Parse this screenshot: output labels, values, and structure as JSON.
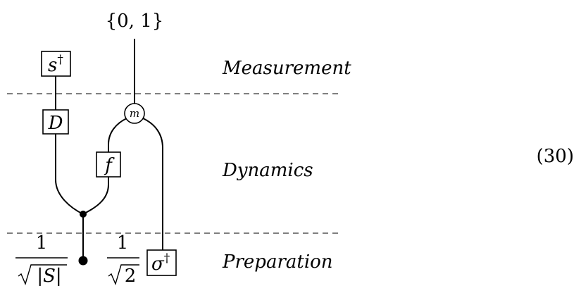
{
  "diagram": {
    "top_output": "{0, 1}",
    "box_s_dagger": {
      "base": "s",
      "sup": "†"
    },
    "box_D": "D",
    "box_f": "f",
    "box_sigma_dagger": {
      "base": "σ",
      "sup": "†"
    },
    "circle_m": "m",
    "frac_left": {
      "num": "1",
      "radicand": "|S|"
    },
    "frac_right": {
      "num": "1",
      "radicand": "2"
    },
    "section_labels": {
      "measurement": "Measurement",
      "dynamics": "Dynamics",
      "preparation": "Preparation"
    },
    "equation_number": "(30)"
  }
}
